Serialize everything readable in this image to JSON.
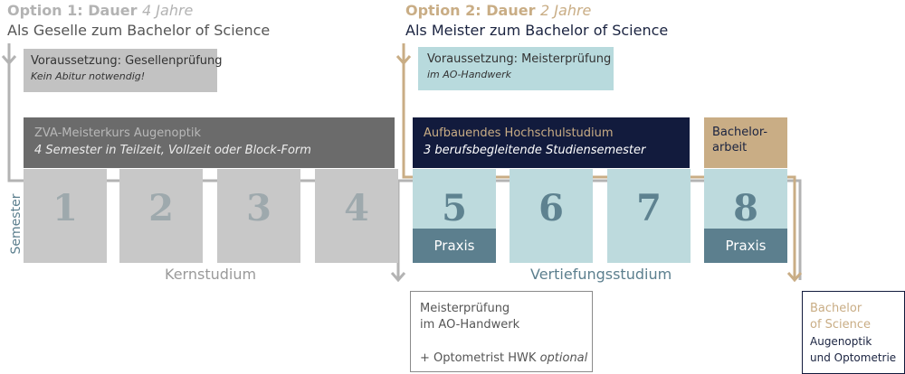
{
  "option1": {
    "title": "Option 1: Dauer ",
    "duration": "4 Jahre",
    "subtitle": "Als Geselle zum Bachelor of Science",
    "requirement_title": "Voraussetzung: Gesellenprüfung",
    "requirement_note": "Kein Abitur notwendig!",
    "course_title": "ZVA-Meisterkurs Augenoptik",
    "course_note": "4 Semester in Teilzeit, Vollzeit oder Block-Form"
  },
  "option2": {
    "title": "Option 2: Dauer ",
    "duration": "2 Jahre",
    "subtitle": "Als Meister zum Bachelor of Science",
    "requirement_title": "Voraussetzung: Meisterprüfung",
    "requirement_note": "im AO-Handwerk",
    "study_title": "Aufbauendes Hochschulstudium",
    "study_note": "3 berufsbegleitende Studiensemester",
    "thesis_label": "Bachelor-\narbeit"
  },
  "semesters": [
    {
      "num": "1",
      "praxis": ""
    },
    {
      "num": "2",
      "praxis": ""
    },
    {
      "num": "3",
      "praxis": ""
    },
    {
      "num": "4",
      "praxis": ""
    },
    {
      "num": "5",
      "praxis": "Praxis"
    },
    {
      "num": "6",
      "praxis": ""
    },
    {
      "num": "7",
      "praxis": ""
    },
    {
      "num": "8",
      "praxis": "Praxis"
    }
  ],
  "axis_label": "Semester",
  "kernstudium_label": "Kernstudium",
  "vertiefung_label": "Vertiefungsstudium",
  "meister_box": {
    "line1": "Meisterprüfung",
    "line2": "im AO-Handwerk",
    "optional_prefix": "+ Optometrist HWK ",
    "optional_word": "optional"
  },
  "bachelor_box": {
    "line1": "Bachelor",
    "line2": "of Science",
    "line3": "Augenoptik",
    "line4": "und Optometrie"
  },
  "colors": {
    "gray_line": "#b3b3b3",
    "gold": "#c9ad85",
    "navy": "#121b3d",
    "teal_light": "#bddadd",
    "teal_dark": "#5c7f8e"
  }
}
